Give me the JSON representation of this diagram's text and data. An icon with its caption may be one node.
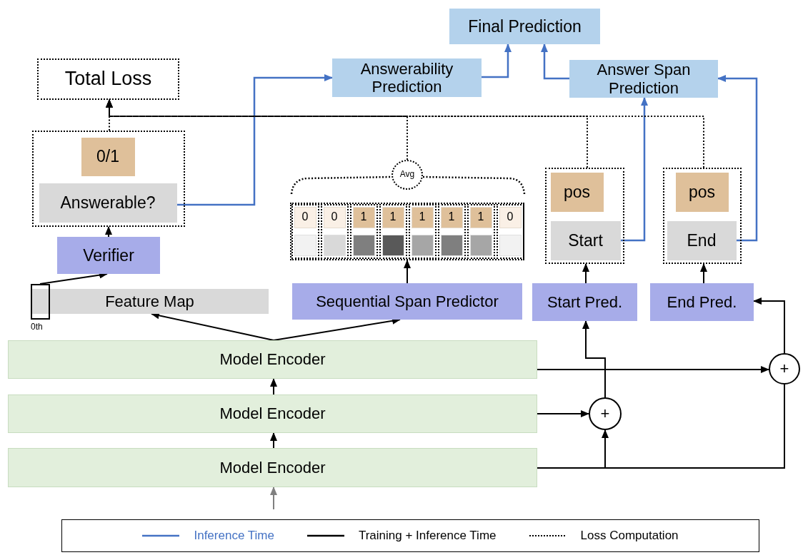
{
  "diagram": {
    "nodes": [
      {
        "text": [
          "Final Prediction"
        ]
      },
      {
        "text": [
          "Total Loss"
        ]
      },
      {
        "text": [
          "Answerability Prediction"
        ]
      },
      {
        "text": [
          "Answer Span Prediction"
        ]
      },
      {
        "text": [],
        "shape": "box"
      },
      {
        "text": [
          "0/1"
        ],
        "in": 4
      },
      {
        "text": [
          "Answerable?"
        ],
        "in": 4
      },
      {
        "text": [
          "Avg"
        ]
      },
      {
        "text": [],
        "shape": "box"
      },
      {
        "text": [
          "0"
        ],
        "in": 8
      },
      {
        "text": [
          "0"
        ],
        "in": 8
      },
      {
        "text": [
          "1"
        ],
        "in": 8
      },
      {
        "text": [
          "1"
        ],
        "in": 8
      },
      {
        "text": [
          "1"
        ],
        "in": 8
      },
      {
        "text": [
          "1"
        ],
        "in": 8
      },
      {
        "text": [
          "1"
        ],
        "in": 8
      },
      {
        "text": [
          "0"
        ],
        "in": 8
      },
      {
        "text": [],
        "shape": "box"
      },
      {
        "text": [
          "pos"
        ],
        "in": 17
      },
      {
        "text": [
          "Start"
        ],
        "in": 17
      },
      {
        "text": [],
        "shape": "box"
      },
      {
        "text": [
          "pos"
        ],
        "in": 20
      },
      {
        "text": [
          "End"
        ],
        "in": 20
      },
      {
        "text": [
          "Verifier"
        ]
      },
      {
        "text": [
          "Feature Map"
        ]
      },
      {
        "text": [],
        "shape": "box",
        "beside": [
          "0th"
        ]
      },
      {
        "text": [
          "Sequential Span Predictor"
        ]
      },
      {
        "text": [
          "Start Pred."
        ]
      },
      {
        "text": [
          "End Pred."
        ]
      },
      {
        "text": [
          "Model Encoder"
        ]
      },
      {
        "text": [
          "Model Encoder"
        ]
      },
      {
        "text": [
          "Model Encoder"
        ]
      },
      {
        "text": [
          "+"
        ]
      },
      {
        "text": [
          "+"
        ]
      }
    ],
    "edges": [
      {
        "from": 2,
        "to": 0,
        "arrow": "to",
        "color": "#4472c4"
      },
      {
        "from": 3,
        "to": 0,
        "arrow": "to",
        "color": "#4472c4"
      },
      {
        "from": 6,
        "to": 2,
        "arrow": "to",
        "color": "#4472c4"
      },
      {
        "from": 19,
        "to": 3,
        "arrow": "to",
        "color": "#4472c4"
      },
      {
        "from": 22,
        "to": 3,
        "arrow": "to",
        "color": "#4472c4"
      },
      {
        "from": 4,
        "to": 1,
        "arrow": "to",
        "style": "dashed"
      },
      {
        "from": 7,
        "to": 1,
        "arrow": "to",
        "style": "dashed"
      },
      {
        "from": 17,
        "to": 1,
        "arrow": "to",
        "style": "dashed"
      },
      {
        "from": 20,
        "to": 1,
        "arrow": "to",
        "style": "dashed"
      },
      {
        "from": 23,
        "to": 4,
        "arrow": "to"
      },
      {
        "from": 25,
        "to": 23,
        "arrow": "to"
      },
      {
        "from": 29,
        "to": 24,
        "arrow": "to"
      },
      {
        "from": 29,
        "to": 26,
        "arrow": "to"
      },
      {
        "from": 26,
        "to": 8,
        "arrow": "to"
      },
      {
        "from": 27,
        "to": 17,
        "arrow": "to"
      },
      {
        "from": 28,
        "to": 20,
        "arrow": "to"
      },
      {
        "from": 31,
        "to": 30,
        "arrow": "to"
      },
      {
        "from": 30,
        "to": 29,
        "arrow": "to"
      },
      {
        "from": null,
        "to": 31,
        "arrow": "to",
        "color": "#808080"
      },
      {
        "from": 30,
        "to": 32,
        "arrow": "to"
      },
      {
        "from": 31,
        "to": 32,
        "arrow": "to"
      },
      {
        "from": 32,
        "to": 27,
        "arrow": "to"
      },
      {
        "from": 29,
        "to": 33,
        "arrow": "to"
      },
      {
        "from": 31,
        "to": 33,
        "arrow": "none"
      },
      {
        "from": 33,
        "to": 28,
        "arrow": "to"
      }
    ],
    "legend": [
      {
        "text": "Inference Time"
      },
      {
        "text": "Training + Inference Time"
      },
      {
        "text": "Loss Computation"
      }
    ]
  }
}
